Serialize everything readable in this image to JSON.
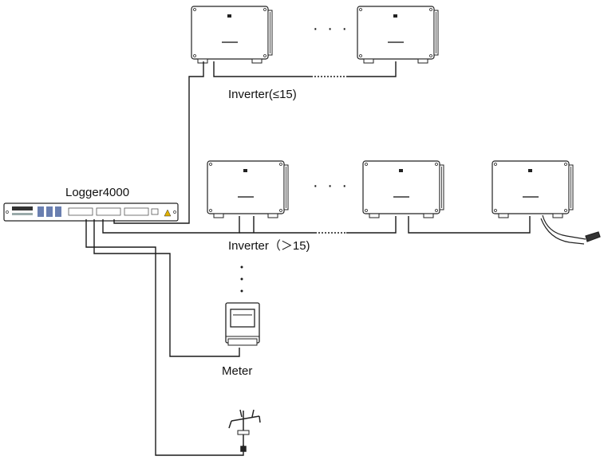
{
  "logger": {
    "label": "Logger4000"
  },
  "group_limited": {
    "label": "Inverter(≤15)",
    "ellipsis": "· · ·"
  },
  "group_extended": {
    "label": "Inverter（＞15)",
    "ellipsis": "· · ·"
  },
  "meter": {
    "label": "Meter"
  },
  "colors": {
    "line": "#1a1a1a",
    "device_body": "#ffffff",
    "device_stroke": "#222222",
    "accent": "#6a7fb0"
  },
  "icons": [
    "inverter-icon",
    "logger-icon",
    "meter-icon",
    "weather-station-icon",
    "cable-plug-icon"
  ]
}
